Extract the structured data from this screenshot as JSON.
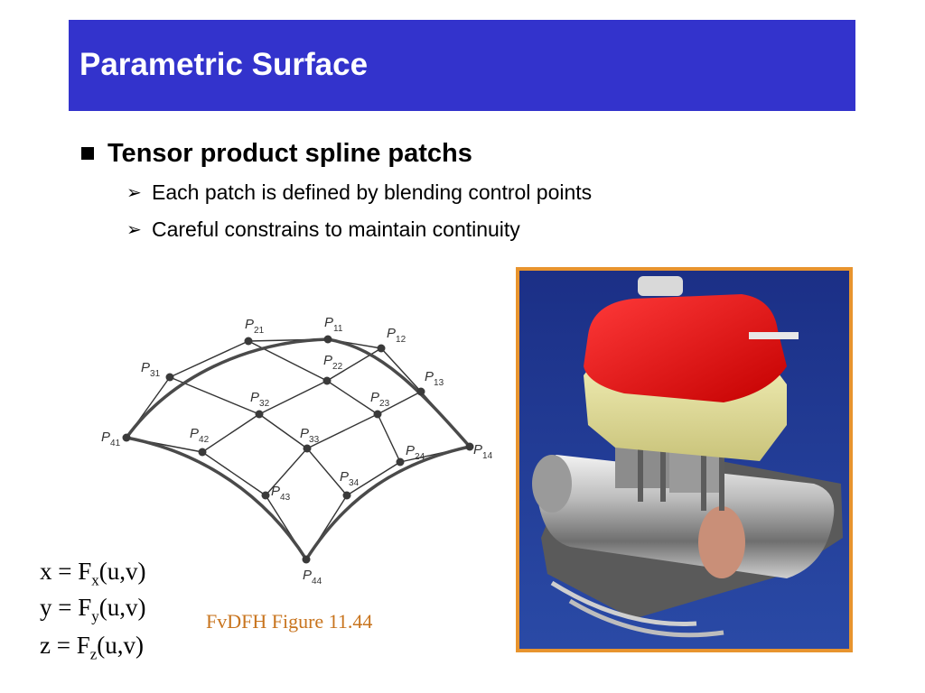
{
  "slide": {
    "title": "Parametric Surface",
    "bullet": "Tensor product spline patchs",
    "sub_bullets": [
      "Each patch is defined by blending control points",
      "Careful constrains to maintain continuity"
    ],
    "caption": "FvDFH Figure 11.44"
  },
  "equations": [
    {
      "lhs": "x",
      "op": "=",
      "fn": "F",
      "sub": "x",
      "args": "(u,v)"
    },
    {
      "lhs": "y",
      "op": "=",
      "fn": "F",
      "sub": "y",
      "args": "(u,v)"
    },
    {
      "lhs": "z",
      "op": "=",
      "fn": "F",
      "sub": "z",
      "args": "(u,v)"
    }
  ],
  "diagram": {
    "point_letter": "P",
    "labels": [
      "11",
      "12",
      "13",
      "14",
      "21",
      "22",
      "23",
      "24",
      "31",
      "32",
      "33",
      "34",
      "41",
      "42",
      "43",
      "44"
    ]
  },
  "colors": {
    "title_bar": "#3333cc",
    "caption": "#c8741e",
    "photo_border": "#e8942e",
    "photo_background": "#1f3a94",
    "valve_cap": "#e60f12"
  }
}
